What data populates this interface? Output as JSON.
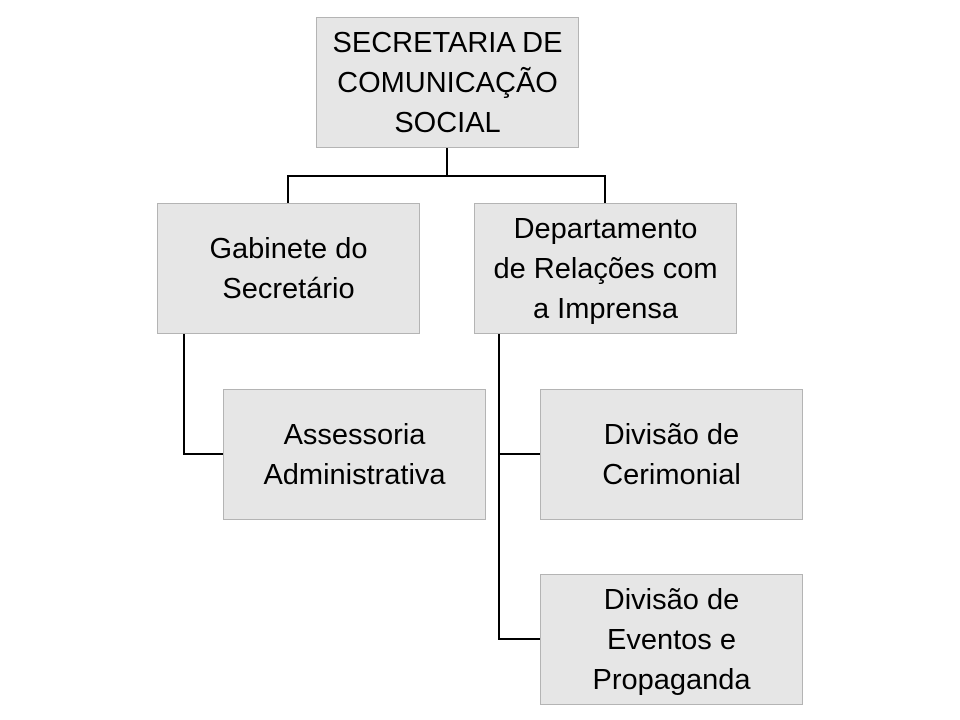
{
  "nodes": {
    "root": "SECRETARIA DE\nCOMUNICAÇÃO\nSOCIAL",
    "gabinete": "Gabinete do\nSecretário",
    "departamento": "Departamento\nde Relações com\na Imprensa",
    "assessoria": "Assessoria\nAdministrativa",
    "cerimonial": "Divisão de\nCerimonial",
    "eventos": "Divisão de\nEventos e\nPropaganda"
  }
}
